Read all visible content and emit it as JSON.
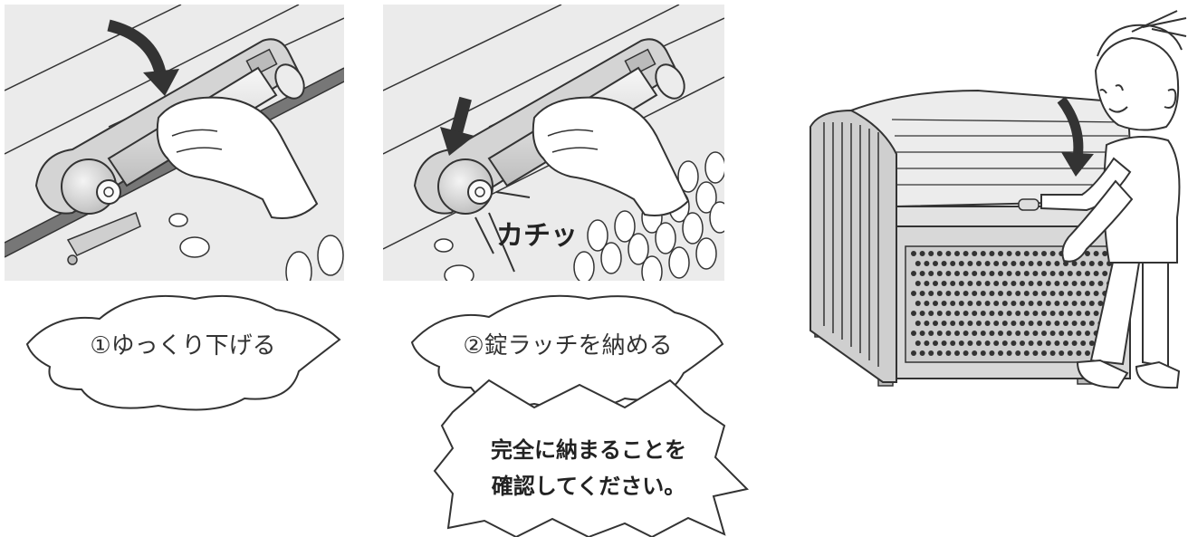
{
  "panel1": {
    "caption": "①ゆっくり下げる"
  },
  "panel2": {
    "caption": "②錠ラッチを納める",
    "sound": "カチッ"
  },
  "note": {
    "line1": "完全に納まることを",
    "line2": "確認してください。"
  },
  "colors": {
    "line": "#333333",
    "panel_bg": "#ebebeb",
    "strip": "#777777",
    "arrow": "#333333"
  },
  "icons": [
    "down-arrow-icon",
    "hand-icon",
    "lock-latch-icon",
    "storage-box-icon",
    "person-icon"
  ]
}
